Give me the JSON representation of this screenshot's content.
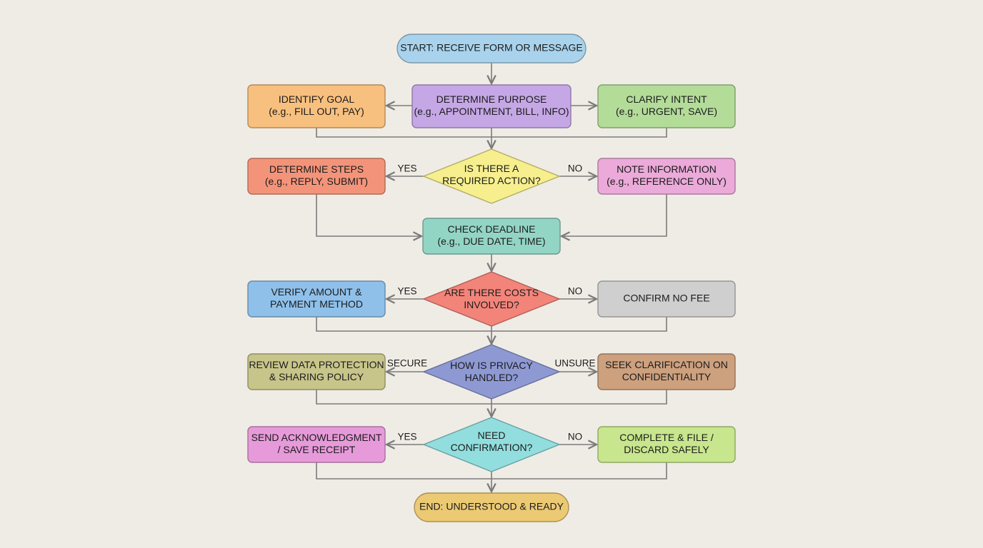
{
  "colors": {
    "background": "#efece5",
    "connector": "#7b7b7b",
    "start": "#a9d3ec",
    "goal": "#f8c07e",
    "purpose": "#c6a7e6",
    "intent": "#b3dc99",
    "required_action": "#f7ef8e",
    "steps": "#f3947a",
    "note": "#ebaad9",
    "deadline": "#93d5c5",
    "costs": "#f3847a",
    "verify": "#8fc0ea",
    "no_fee": "#cfcfcf",
    "privacy": "#8e99d4",
    "review": "#c8c58a",
    "clarify_conf": "#cda07e",
    "confirmation": "#92dede",
    "ack": "#e79ada",
    "complete": "#c8e68d",
    "end": "#ecca73"
  },
  "nodes": {
    "start": [
      "START: RECEIVE FORM OR MESSAGE"
    ],
    "identify_goal": [
      "IDENTIFY GOAL",
      "(e.g., FILL OUT, PAY)"
    ],
    "determine_purpose": [
      "DETERMINE PURPOSE",
      "(e.g., APPOINTMENT, BILL, INFO)"
    ],
    "clarify_intent": [
      "CLARIFY INTENT",
      "(e.g., URGENT, SAVE)"
    ],
    "required_action": [
      "IS THERE A",
      "REQUIRED ACTION?"
    ],
    "determine_steps": [
      "DETERMINE STEPS",
      "(e.g., REPLY, SUBMIT)"
    ],
    "note_information": [
      "NOTE INFORMATION",
      "(e.g., REFERENCE ONLY)"
    ],
    "check_deadline": [
      "CHECK DEADLINE",
      "(e.g., DUE DATE, TIME)"
    ],
    "costs": [
      "ARE THERE COSTS",
      "INVOLVED?"
    ],
    "verify_amount": [
      "VERIFY AMOUNT &",
      "PAYMENT METHOD"
    ],
    "confirm_no_fee": [
      "CONFIRM NO FEE"
    ],
    "privacy": [
      "HOW IS PRIVACY",
      "HANDLED?"
    ],
    "review_policy": [
      "REVIEW DATA PROTECTION",
      "& SHARING POLICY"
    ],
    "seek_clarification": [
      "SEEK CLARIFICATION ON",
      "CONFIDENTIALITY"
    ],
    "need_confirmation": [
      "NEED",
      "CONFIRMATION?"
    ],
    "send_ack": [
      "SEND ACKNOWLEDGMENT",
      "/ SAVE RECEIPT"
    ],
    "complete_file": [
      "COMPLETE & FILE /",
      "DISCARD SAFELY"
    ],
    "end": [
      "END: UNDERSTOOD & READY"
    ]
  },
  "edge_labels": {
    "action_yes": "YES",
    "action_no": "NO",
    "costs_yes": "YES",
    "costs_no": "NO",
    "privacy_secure": "SECURE",
    "privacy_unsure": "UNSURE",
    "confirm_yes": "YES",
    "confirm_no": "NO"
  }
}
